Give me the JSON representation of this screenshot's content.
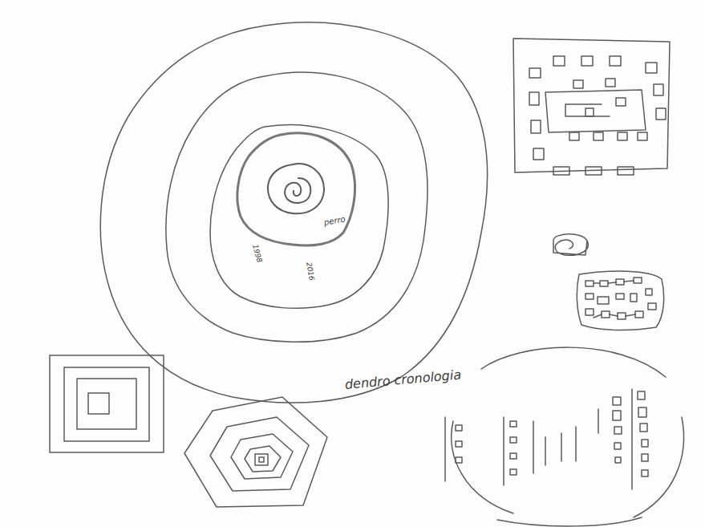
{
  "diagram": {
    "labels": [
      "dendro cronologia",
      "perro",
      "1998",
      "2016"
    ]
  }
}
